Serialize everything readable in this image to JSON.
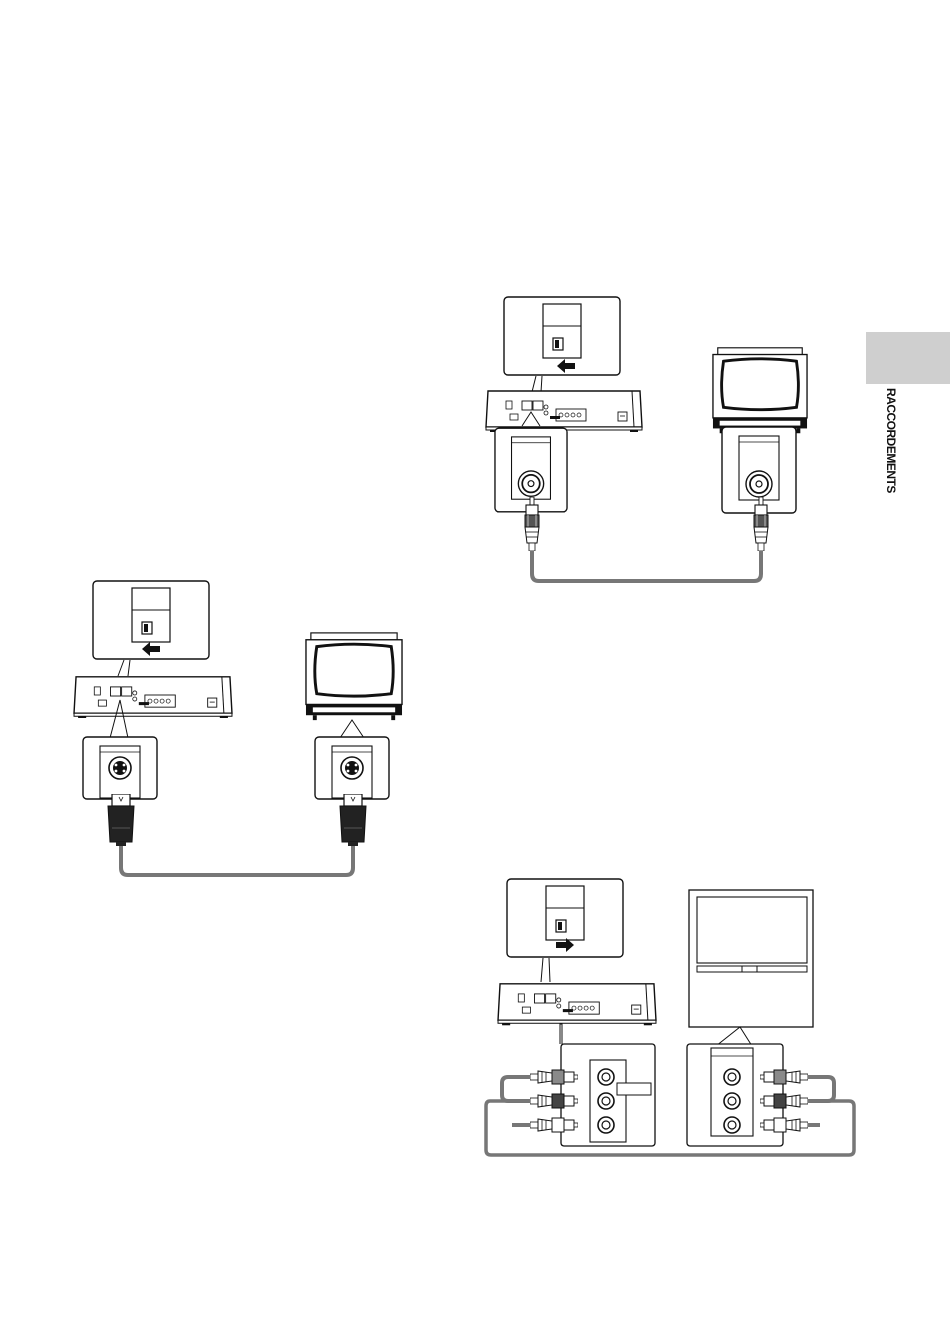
{
  "section_tab": {
    "label": "RACCORDEMENTS",
    "color": "#cfcfcf"
  },
  "diagrams": [
    {
      "name": "s-video-connection",
      "connector": "s-video",
      "cable_color": "#777777"
    },
    {
      "name": "video-connection",
      "connector": "rca-single",
      "cable_color": "#777777"
    },
    {
      "name": "component-video-connection",
      "connector": "rca-triple",
      "cable_color": "#777777"
    }
  ],
  "icons": [
    "switch-arrow-icon",
    "dvd-player-icon",
    "tv-icon",
    "projection-tv-icon",
    "jack-icon",
    "plug-icon"
  ]
}
